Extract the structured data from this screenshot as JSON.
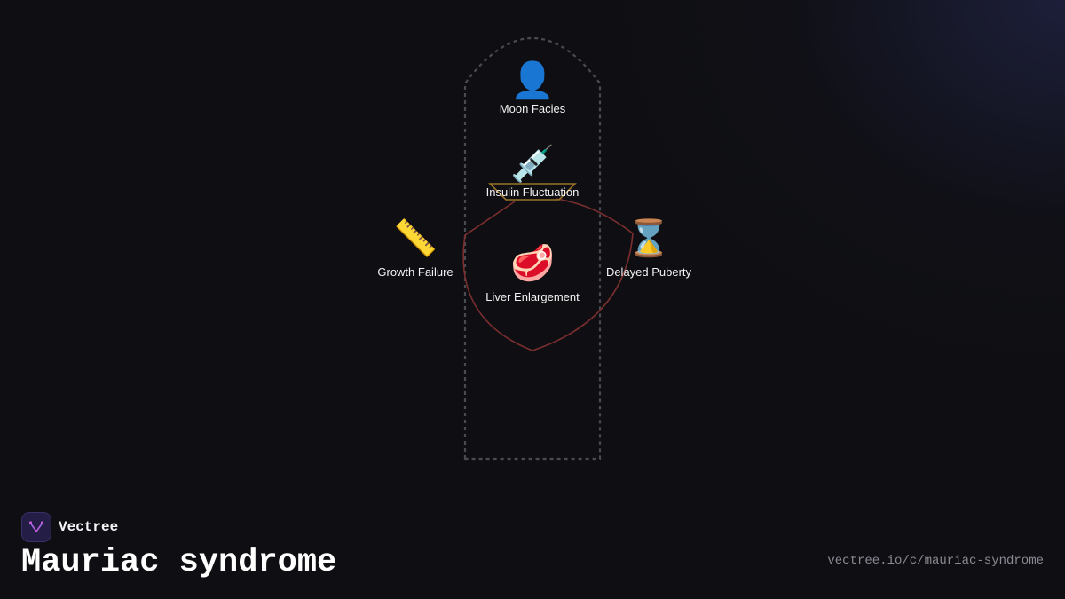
{
  "diagram": {
    "nodes": [
      {
        "id": "moon-facies",
        "label": "Moon Facies",
        "icon": "👤",
        "icon_name": "person-silhouette-icon"
      },
      {
        "id": "insulin-fluctuation",
        "label": "Insulin Fluctuation",
        "icon": "💉",
        "icon_name": "syringe-icon"
      },
      {
        "id": "growth-failure",
        "label": "Growth Failure",
        "icon": "📏",
        "icon_name": "ruler-icon"
      },
      {
        "id": "liver-enlargement",
        "label": "Liver Enlargement",
        "icon": "🥩",
        "icon_name": "meat-icon"
      },
      {
        "id": "delayed-puberty",
        "label": "Delayed Puberty",
        "icon": "⌛",
        "icon_name": "hourglass-icon"
      }
    ],
    "colors": {
      "body_outline": "#4a4a52",
      "pancreas_outline": "#9a7228",
      "liver_outline": "#7a2e2e"
    }
  },
  "brand": {
    "name": "Vectree",
    "logo_icon": "vectree-logo-icon"
  },
  "title": "Mauriac syndrome",
  "url": "vectree.io/c/mauriac-syndrome"
}
